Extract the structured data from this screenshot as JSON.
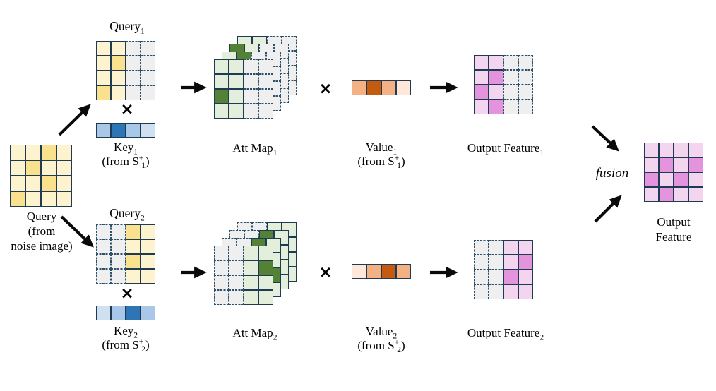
{
  "palette": {
    "grid_border": "#1f3b54",
    "dashed_border": "#2e516b",
    "yellow_light": "#fdf3cf",
    "yellow_dark": "#f9e18d",
    "masked_gray": "#efefef",
    "blue_light": "#cfe0f1",
    "blue_mid": "#a9c7e6",
    "blue_dark": "#2e75b6",
    "green_light": "#e4efdb",
    "green_dark": "#538135",
    "orange_light": "#fde8d9",
    "orange_mid": "#f4b183",
    "orange_dark": "#c55a11",
    "pink_light": "#f3d5f0",
    "pink_dark": "#e394dd",
    "arrow": "#0a0a0a"
  },
  "times_symbol": "×",
  "fusion_label": "fusion",
  "source_query": {
    "label_lines": [
      "Query",
      "(from",
      "noise image)"
    ],
    "grid": [
      [
        "y1",
        "y1",
        "y2",
        "y1"
      ],
      [
        "y1",
        "y2",
        "y1",
        "y1"
      ],
      [
        "y1",
        "y1",
        "y2",
        "y1"
      ],
      [
        "y2",
        "y1",
        "y1",
        "y1"
      ]
    ]
  },
  "branch1": {
    "query_title": {
      "base": "Query",
      "sub": "1"
    },
    "query_grid": [
      [
        "y1",
        "y1",
        "gd",
        "gd"
      ],
      [
        "y1",
        "y2",
        "gd",
        "gd"
      ],
      [
        "y1",
        "y1",
        "gd",
        "gd"
      ],
      [
        "y2",
        "y1",
        "gd",
        "gd"
      ]
    ],
    "key_title": {
      "base": "Key",
      "sub": "1"
    },
    "key_source": {
      "pre": "(from S",
      "sup": "+",
      "sub": "1",
      "post": ")"
    },
    "key_row": [
      [
        "b2",
        "b3",
        "b2",
        "b1"
      ]
    ],
    "attmap_title": {
      "base": "Att Map",
      "sub": "1"
    },
    "attmap_layers": [
      [
        [
          "g1",
          "g1",
          "gd",
          "gd"
        ],
        [
          "g1",
          "g1",
          "gd",
          "gd"
        ],
        [
          "g1",
          "g1",
          "gd",
          "gd"
        ],
        [
          "g1",
          "g1",
          "gd",
          "gd"
        ]
      ],
      [
        [
          "g2",
          "g1",
          "gd",
          "gd"
        ],
        [
          "g1",
          "g1",
          "gd",
          "gd"
        ],
        [
          "g1",
          "g1",
          "gd",
          "gd"
        ],
        [
          "g1",
          "g1",
          "gd",
          "gd"
        ]
      ],
      [
        [
          "g1",
          "g2",
          "gd",
          "gd"
        ],
        [
          "g1",
          "g1",
          "gd",
          "gd"
        ],
        [
          "g1",
          "g1",
          "gd",
          "gd"
        ],
        [
          "g1",
          "g1",
          "gd",
          "gd"
        ]
      ],
      [
        [
          "g1",
          "g1",
          "gd",
          "gd"
        ],
        [
          "g1",
          "g1",
          "gd",
          "gd"
        ],
        [
          "g2",
          "g1",
          "gd",
          "gd"
        ],
        [
          "g1",
          "g1",
          "gd",
          "gd"
        ]
      ]
    ],
    "value_title": {
      "base": "Value",
      "sub": "1"
    },
    "value_source": {
      "pre": "(from S",
      "sup": "+",
      "sub": "1",
      "post": ")"
    },
    "value_row": [
      [
        "o2",
        "o3",
        "o2",
        "o1"
      ]
    ],
    "output_title": {
      "base": "Output Feature",
      "sub": "1"
    },
    "output_grid": [
      [
        "p1",
        "p1",
        "gd",
        "gd"
      ],
      [
        "p1",
        "p2",
        "gd",
        "gd"
      ],
      [
        "p2",
        "p1",
        "gd",
        "gd"
      ],
      [
        "p1",
        "p2",
        "gd",
        "gd"
      ]
    ]
  },
  "branch2": {
    "query_title": {
      "base": "Query",
      "sub": "2"
    },
    "query_grid": [
      [
        "gd",
        "gd",
        "y2",
        "y1"
      ],
      [
        "gd",
        "gd",
        "y1",
        "y1"
      ],
      [
        "gd",
        "gd",
        "y2",
        "y1"
      ],
      [
        "gd",
        "gd",
        "y1",
        "y1"
      ]
    ],
    "key_title": {
      "base": "Key",
      "sub": "2"
    },
    "key_source": {
      "pre": "(from S",
      "sup": "+",
      "sub": "2",
      "post": ")"
    },
    "key_row": [
      [
        "b1",
        "b2",
        "b3",
        "b2"
      ]
    ],
    "attmap_title": {
      "base": "Att Map",
      "sub": "2"
    },
    "attmap_layers": [
      [
        [
          "gd",
          "gd",
          "g1",
          "g1"
        ],
        [
          "gd",
          "gd",
          "g1",
          "g1"
        ],
        [
          "gd",
          "gd",
          "g1",
          "g1"
        ],
        [
          "gd",
          "gd",
          "g1",
          "g1"
        ]
      ],
      [
        [
          "gd",
          "gd",
          "g2",
          "g1"
        ],
        [
          "gd",
          "gd",
          "g1",
          "g1"
        ],
        [
          "gd",
          "gd",
          "g1",
          "g1"
        ],
        [
          "gd",
          "gd",
          "g1",
          "g1"
        ]
      ],
      [
        [
          "gd",
          "gd",
          "g2",
          "g1"
        ],
        [
          "gd",
          "gd",
          "g1",
          "g1"
        ],
        [
          "gd",
          "gd",
          "g1",
          "g2"
        ],
        [
          "gd",
          "gd",
          "g1",
          "g1"
        ]
      ],
      [
        [
          "gd",
          "gd",
          "g1",
          "g1"
        ],
        [
          "gd",
          "gd",
          "g1",
          "g2"
        ],
        [
          "gd",
          "gd",
          "g1",
          "g1"
        ],
        [
          "gd",
          "gd",
          "g1",
          "g1"
        ]
      ]
    ],
    "value_title": {
      "base": "Value",
      "sub": "2"
    },
    "value_source": {
      "pre": "(from S",
      "sup": "+",
      "sub": "2",
      "post": ")"
    },
    "value_row": [
      [
        "o1",
        "o2",
        "o3",
        "o2"
      ]
    ],
    "output_title": {
      "base": "Output Feature",
      "sub": "2"
    },
    "output_grid": [
      [
        "gd",
        "gd",
        "p1",
        "p1"
      ],
      [
        "gd",
        "gd",
        "p1",
        "p2"
      ],
      [
        "gd",
        "gd",
        "p2",
        "p1"
      ],
      [
        "gd",
        "gd",
        "p1",
        "p1"
      ]
    ]
  },
  "final_output": {
    "label_lines": [
      "Output",
      "Feature"
    ],
    "grid": [
      [
        "p1",
        "p1",
        "p1",
        "p1"
      ],
      [
        "p1",
        "p2",
        "p1",
        "p2"
      ],
      [
        "p2",
        "p1",
        "p2",
        "p1"
      ],
      [
        "p1",
        "p2",
        "p1",
        "p1"
      ]
    ]
  }
}
